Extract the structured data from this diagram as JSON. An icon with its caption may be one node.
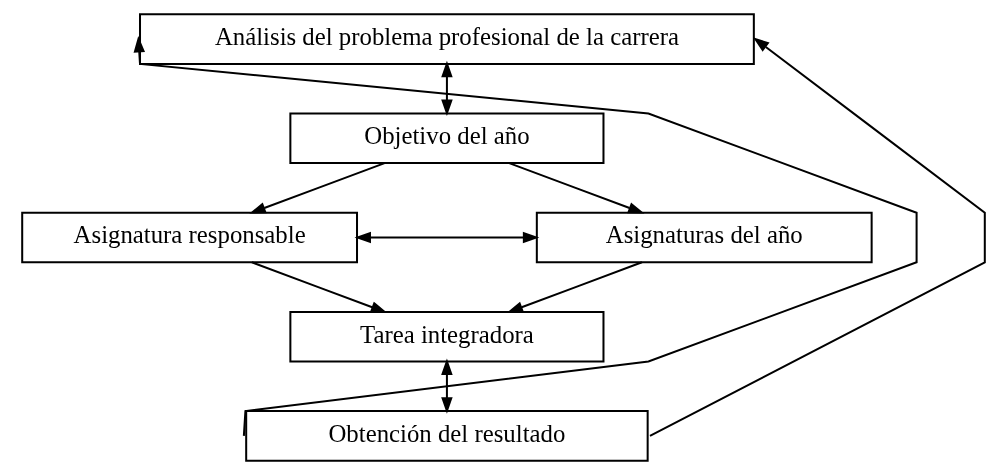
{
  "diagram": {
    "nodes": [
      {
        "text": [
          "Análisis del problema profesional de la carrera"
        ]
      },
      {
        "text": [
          "Objetivo del año"
        ]
      },
      {
        "text": [
          "Asignatura responsable"
        ]
      },
      {
        "text": [
          "Asignaturas del año"
        ]
      },
      {
        "text": [
          "Tarea integradora"
        ]
      },
      {
        "text": [
          "Obtención del resultado"
        ]
      }
    ],
    "edges": [
      {
        "from": 0,
        "to": 1,
        "arrow": "both"
      },
      {
        "from": 1,
        "to": 2,
        "arrow": "to"
      },
      {
        "from": 1,
        "to": 3,
        "arrow": "to"
      },
      {
        "from": 2,
        "to": 3,
        "arrow": "both"
      },
      {
        "from": 2,
        "to": 4,
        "arrow": "to"
      },
      {
        "from": 3,
        "to": 4,
        "arrow": "to"
      },
      {
        "from": 4,
        "to": 5,
        "arrow": "both"
      },
      {
        "from": 5,
        "to": 0,
        "arrow": "to"
      },
      {
        "from": 5,
        "to": 0,
        "arrow": "to"
      }
    ]
  }
}
